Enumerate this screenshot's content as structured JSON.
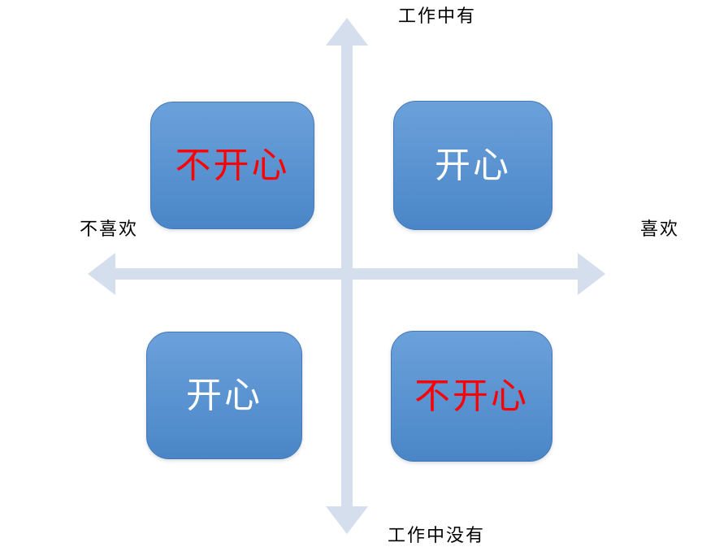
{
  "diagram": {
    "type": "quadrant",
    "axis_labels": {
      "top": "工作中有",
      "bottom": "工作中没有",
      "left": "不喜欢",
      "right": "喜欢"
    },
    "quadrants": [
      {
        "position": "top-left",
        "label": "不开心",
        "text_color": "#FF0000"
      },
      {
        "position": "top-right",
        "label": "开心",
        "text_color": "#FFFFFF"
      },
      {
        "position": "bottom-left",
        "label": "开心",
        "text_color": "#FFFFFF"
      },
      {
        "position": "bottom-right",
        "label": "不开心",
        "text_color": "#FF0000"
      }
    ],
    "colors": {
      "box_fill_top": "#6BA1DB",
      "box_fill_bottom": "#4A86C7",
      "box_border": "#4679B4",
      "arrow": "#D5DEED",
      "label_text": "#000000"
    }
  }
}
